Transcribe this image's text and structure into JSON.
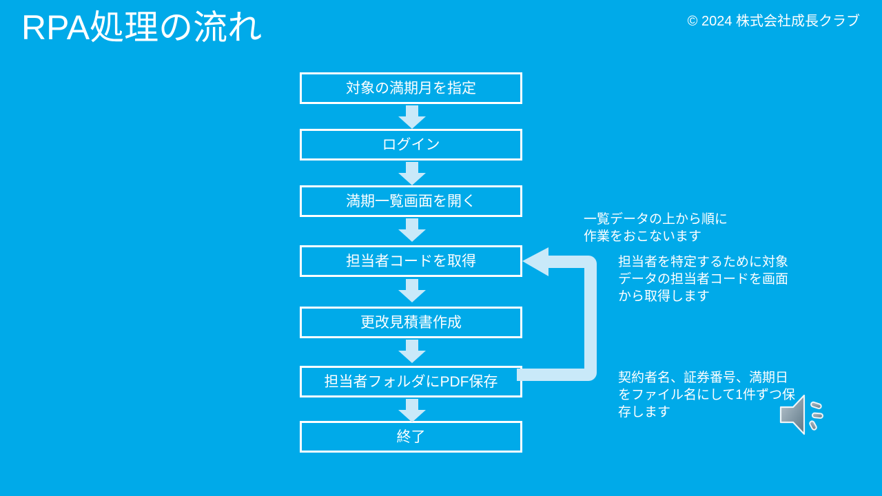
{
  "slide": {
    "title": "RPA処理の流れ",
    "copyright": "© 2024 株式会社成長クラブ",
    "background_color": "#00aae9",
    "accent_light_color": "#c9e9f9",
    "border_color": "#ffffff",
    "text_color": "#ffffff"
  },
  "flowchart": {
    "steps": [
      {
        "label": "対象の満期月を指定"
      },
      {
        "label": "ログイン"
      },
      {
        "label": "満期一覧画面を開く"
      },
      {
        "label": "担当者コードを取得"
      },
      {
        "label": "更改見積書作成"
      },
      {
        "label": "担当者フォルダにPDF保存"
      },
      {
        "label": "終了"
      }
    ],
    "connectors": [
      {
        "type": "down-arrow",
        "from": "対象の満期月を指定",
        "to": "ログイン"
      },
      {
        "type": "down-arrow",
        "from": "ログイン",
        "to": "満期一覧画面を開く"
      },
      {
        "type": "down-arrow",
        "from": "満期一覧画面を開く",
        "to": "担当者コードを取得"
      },
      {
        "type": "down-arrow",
        "from": "担当者コードを取得",
        "to": "更改見積書作成"
      },
      {
        "type": "down-arrow",
        "from": "更改見積書作成",
        "to": "担当者フォルダにPDF保存"
      },
      {
        "type": "down-arrow",
        "from": "担当者フォルダにPDF保存",
        "to": "終了"
      },
      {
        "type": "loop-back-arrow",
        "from": "担当者フォルダにPDF保存",
        "to": "担当者コードを取得"
      }
    ]
  },
  "annotations": [
    {
      "id": "loop-note",
      "text": "一覧データの上から順に\n作業をおこないます"
    },
    {
      "id": "code-note",
      "text": "担当者を特定するために対象\nデータの担当者コードを画面\nから取得します"
    },
    {
      "id": "save-note",
      "text": "契約者名、証券番号、満期日\nをファイル名にして1件ずつ保\n存します"
    }
  ],
  "media": {
    "speaker_icon_name": "speaker-icon"
  }
}
